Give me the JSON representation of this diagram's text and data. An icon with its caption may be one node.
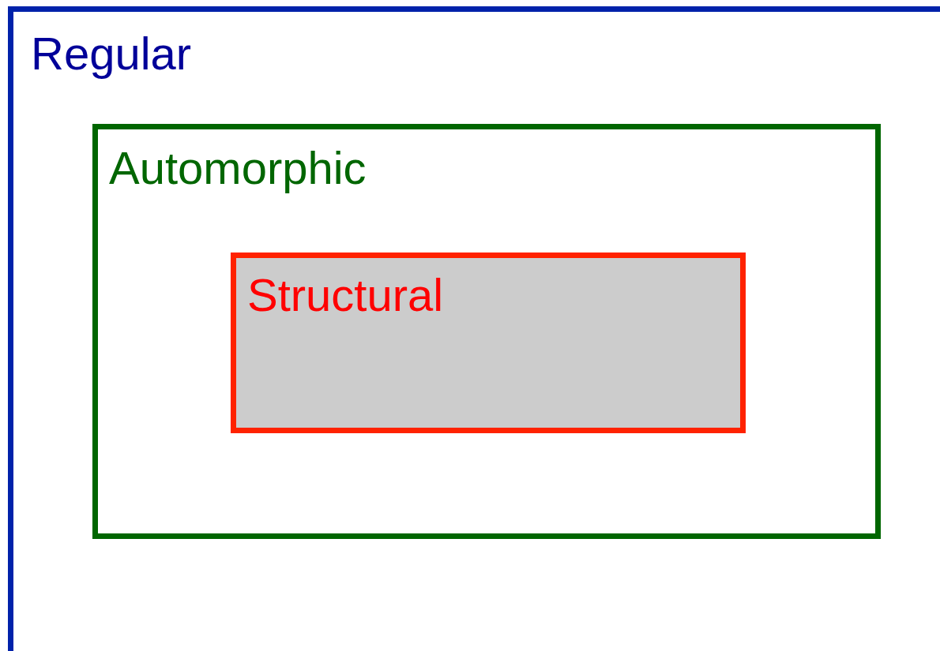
{
  "diagram": {
    "nodes": [
      {
        "text": [
          "Regular"
        ]
      },
      {
        "text": [
          "Automorphic"
        ],
        "in": 0
      },
      {
        "text": [
          "Structural"
        ],
        "in": 1
      }
    ]
  }
}
